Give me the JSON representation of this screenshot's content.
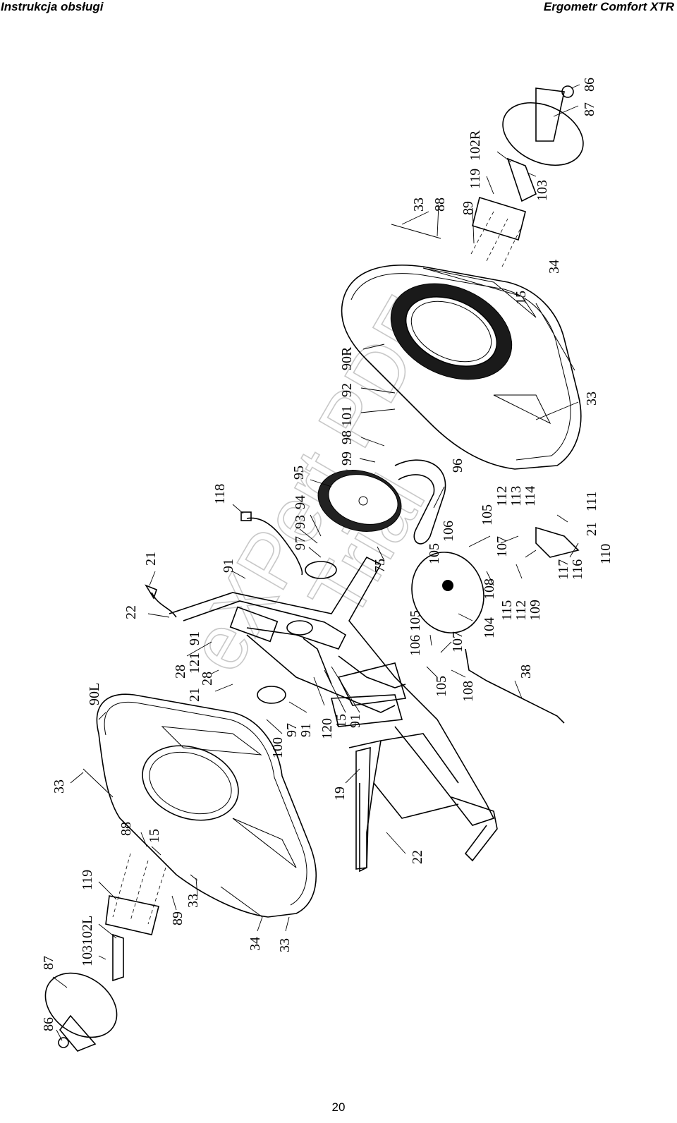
{
  "header": {
    "left_title": "Instrukcja obsługi",
    "right_title": "Ergometr Comfort XTR"
  },
  "footer": {
    "page_number": "20"
  },
  "watermark": {
    "line1": "eXPert PDF",
    "line2": "Trial"
  },
  "part_labels": {
    "p86_r": "86",
    "p87_r": "87",
    "p102R": "102R",
    "p119_r": "119",
    "p103_r": "103",
    "p33_a": "33",
    "p88_r": "88",
    "p89_r": "89",
    "p34_r": "34",
    "p15_r": "15",
    "p90R": "90R",
    "p92": "92",
    "p101": "101",
    "p98": "98",
    "p99": "99",
    "p33_b": "33",
    "p95": "95",
    "p96": "96",
    "p118": "118",
    "p94": "94",
    "p93": "93",
    "p97_a": "97",
    "p75": "75",
    "p91_a": "91",
    "p21_a": "21",
    "p22_a": "22",
    "p105_a": "105",
    "p106_a": "106",
    "p105_b": "105",
    "p107_a": "107",
    "p112_a": "112",
    "p113": "113",
    "p114": "114",
    "p111": "111",
    "p21_b": "21",
    "p110": "110",
    "p117": "117",
    "p116": "116",
    "p115": "115",
    "p112_b": "112",
    "p109": "109",
    "p108_a": "108",
    "p104": "104",
    "p106_b": "106",
    "p105_c": "105",
    "p107_b": "107",
    "p105_d": "105",
    "p108_b": "108",
    "p38": "38",
    "p91_b": "91",
    "p121": "121",
    "p28_a": "28",
    "p28_b": "28",
    "p21_c": "21",
    "p90L": "90L",
    "p97_b": "97",
    "p91_c": "91",
    "p100": "100",
    "p120": "120",
    "p15_b": "15",
    "p91_d": "91",
    "p19": "19",
    "p22_b": "22",
    "p33_c": "33",
    "p88_l": "88",
    "p15_l": "15",
    "p119_l": "119",
    "p102L": "102L",
    "p103_l": "103",
    "p87_l": "87",
    "p86_l": "86",
    "p89_l": "89",
    "p33_d": "33",
    "p34_l": "34",
    "p33_e": "33"
  }
}
